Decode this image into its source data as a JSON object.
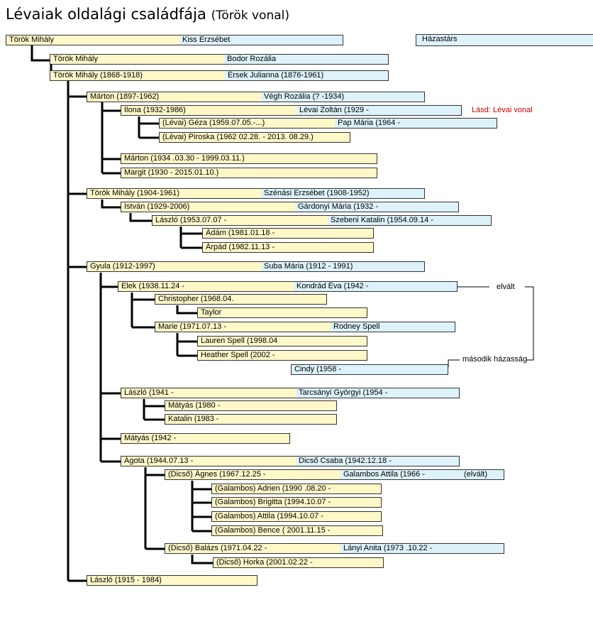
{
  "title": {
    "main": "Lévaiak oldalági családfája",
    "sub": "(Török vonal)"
  },
  "legend_label": "Házastárs",
  "notes": {
    "see_levai": "Lásd: Lévai vonal",
    "divorced": "elvált",
    "second_marriage": "második házasság",
    "divorced_paren": "(elvált)"
  },
  "people": {
    "p1": {
      "name": "Török Mihály",
      "spouse": "Kiss Erzsébet"
    },
    "p2": {
      "name": "Török Mihály",
      "spouse": "Bodor Rozália"
    },
    "p3": {
      "name": "Török Mihály (1868-1918)",
      "spouse": "Érsek Julianna (1876-1961)"
    },
    "marton1": {
      "name": "Márton (1897-1962)",
      "spouse": "Végh Rozália (? -1934)"
    },
    "ilona": {
      "name": "Ilona (1932-1986)",
      "spouse": "Lévai Zoltán (1929 -"
    },
    "geza": {
      "name": "(Lévai) Géza (1959.07.05.-...)",
      "spouse": "Pap Mária (1964 -"
    },
    "piroska": {
      "name": "(Lévai) Piroska (1962 02.28. - 2013. 08.29.)"
    },
    "marton2": {
      "name": "Márton (1934 .03.30 - 1999.03.11.)"
    },
    "margit": {
      "name": "Margit (1930 - 2015.01.10.)"
    },
    "mihaly4": {
      "name": "Török Mihály (1904-1961)",
      "spouse": "Szénási Erzsébet (1908-1952)"
    },
    "istvan": {
      "name": "István (1929-2006)",
      "spouse": "Gárdonyi Mária (1932 -"
    },
    "laszlo2": {
      "name": "László (1953.07.07 -",
      "spouse": "Szebeni Katalin (1954.09.14 -"
    },
    "adam": {
      "name": "Ádám (1981.01.18 -"
    },
    "arpad": {
      "name": "Árpád (1982.11.13 -"
    },
    "gyula": {
      "name": "Gyula (1912-1997)",
      "spouse": "Suba Mária (1912 - 1991)"
    },
    "elek": {
      "name": "Elek (1938.11.24 -",
      "spouse": "Kondrád Éva (1942 -"
    },
    "christopher": {
      "name": "Christopher (1968.04."
    },
    "taylor": {
      "name": "Taylor"
    },
    "marie": {
      "name": "Marie (1971.07.13 -",
      "spouse": "Rodney Spell"
    },
    "lauren": {
      "name": "Lauren Spell (1998.04"
    },
    "heather": {
      "name": "Heather Spell (2002 -"
    },
    "cindy": {
      "name": "Cindy (1958 -"
    },
    "laszlo1941": {
      "name": "László (1941 -",
      "spouse": "Tarcsányi Györgyi (1954 -"
    },
    "matyas1980": {
      "name": "Mátyás (1980 -"
    },
    "katalin": {
      "name": "Katalin (1983 -"
    },
    "matyas1942": {
      "name": "Mátyás (1942 -"
    },
    "agota": {
      "name": "Ágota (1944.07.13 -",
      "spouse": "Dicső Csaba (1942.12.18 -"
    },
    "agnes": {
      "name": "(Dicső) Ágnes (1967.12.25 -",
      "spouse": "Galambos Attila (1966 -"
    },
    "adrien": {
      "name": "(Galambos) Adrien (1990 .08.20 -"
    },
    "brigitta": {
      "name": "(Galambos) Brigitta (1994.10.07 -"
    },
    "attila": {
      "name": "(Galambos) Attila (1994.10.07 -"
    },
    "bence": {
      "name": "(Galambos) Bence ( 2001.11.15 -"
    },
    "balazs": {
      "name": "(Dicső) Balázs (1971.04.22 -",
      "spouse": "Lányi Anita (1973 .10.22 -"
    },
    "horka": {
      "name": "(Dicső) Horka (2001.02.22 -"
    },
    "laszlo1915": {
      "name": "László (1915 - 1984)"
    }
  }
}
